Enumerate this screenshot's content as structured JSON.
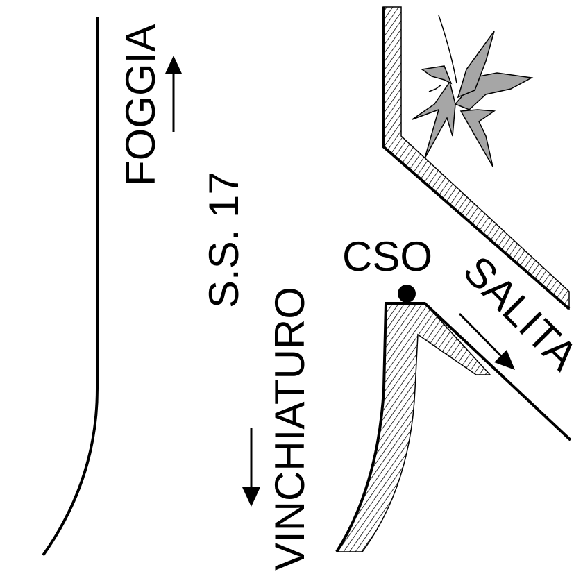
{
  "map": {
    "labels": {
      "direction_north": "FOGGIA",
      "road_name": "S.S. 17",
      "direction_south": "VINCHIATURO",
      "junction": "CSO",
      "side_road": "SALITA"
    },
    "colors": {
      "ink": "#000000",
      "background": "#ffffff",
      "tree_fill": "#a6a6a6",
      "hatch": "#000000"
    },
    "icons": {
      "tree": "tree-icon",
      "location": "location-dot-icon",
      "arrow_up": "arrow-up-icon",
      "arrow_down": "arrow-down-icon",
      "arrow_diagonal": "arrow-down-right-icon"
    }
  }
}
